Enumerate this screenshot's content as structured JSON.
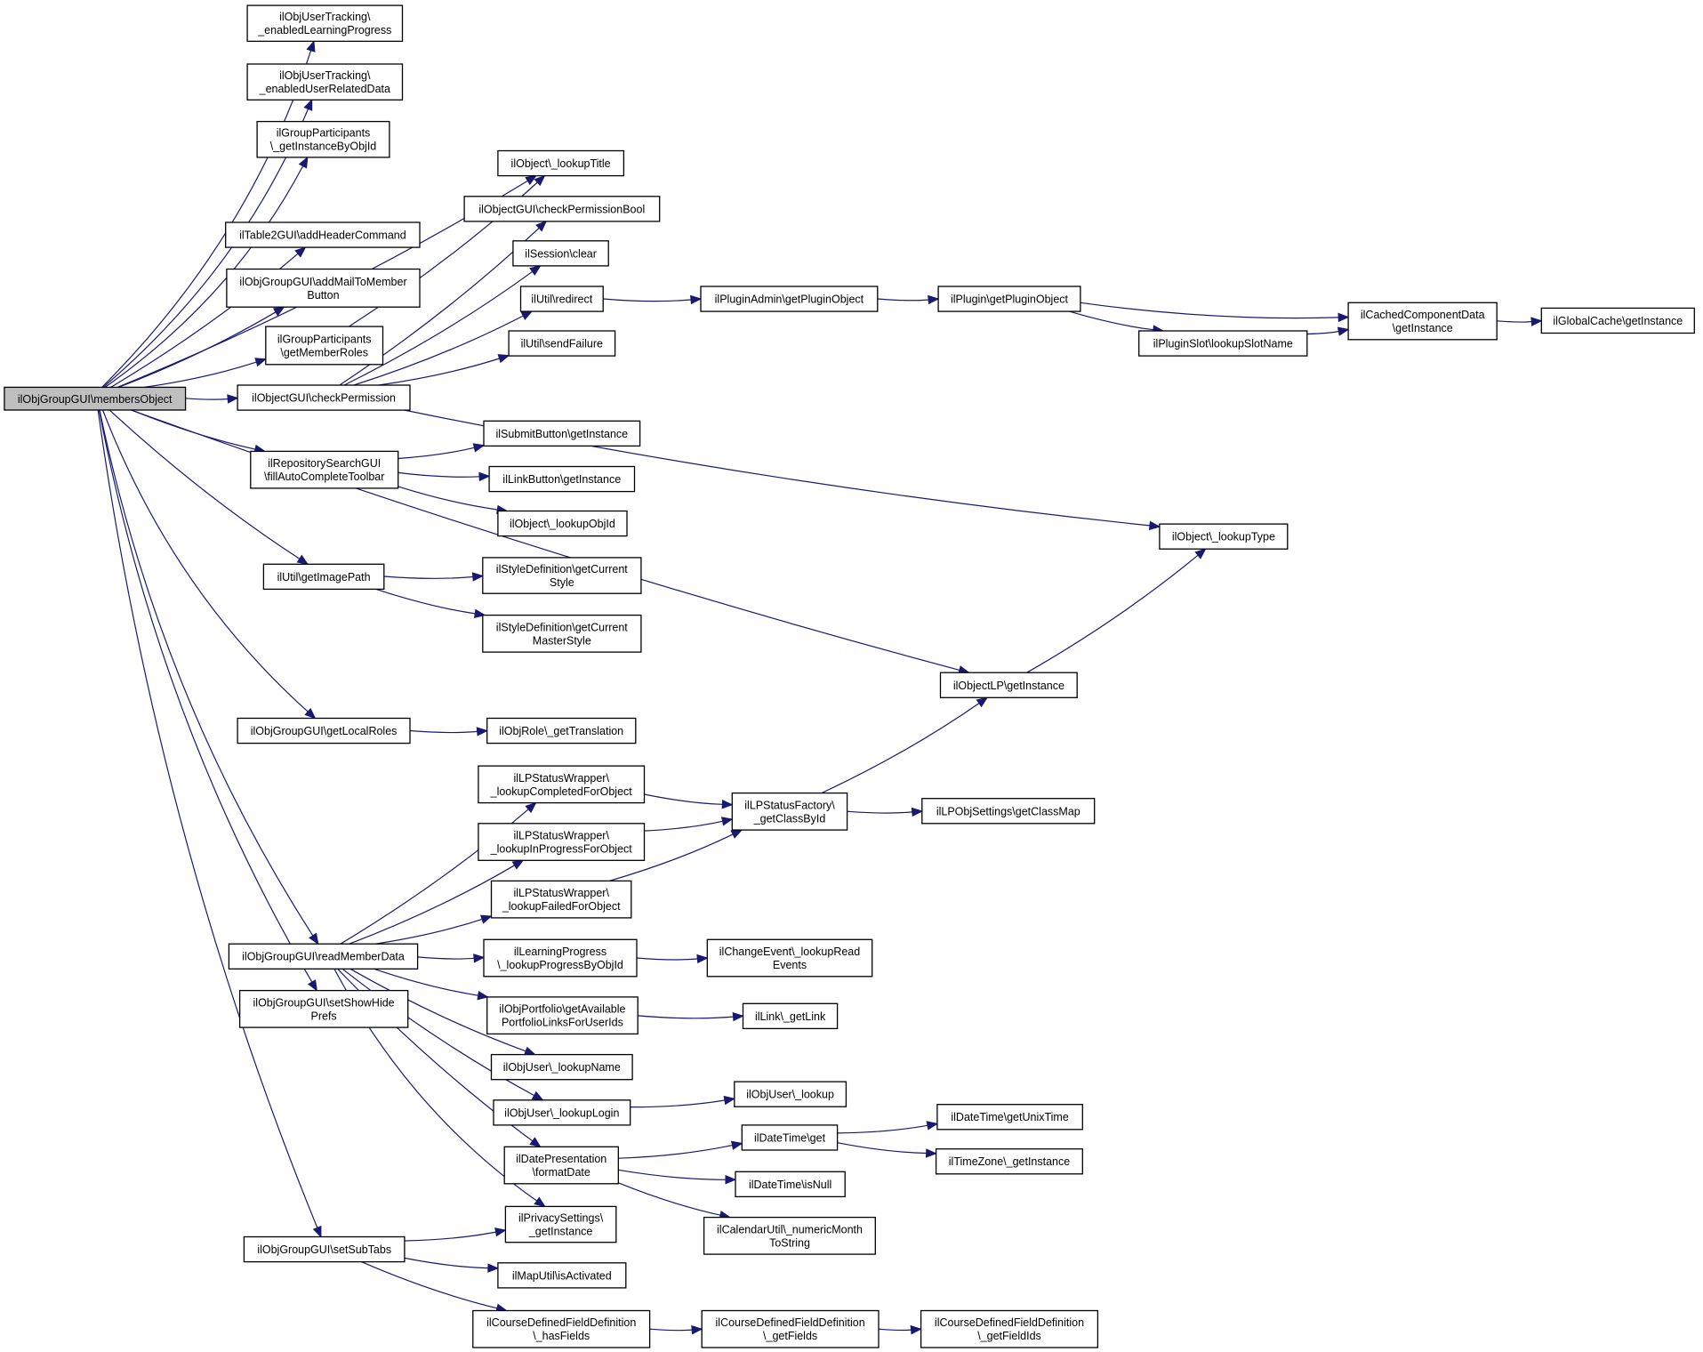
{
  "colors": {
    "edge": "#191970",
    "node_border": "#000000",
    "node_fill": "#ffffff",
    "root_fill": "#bfbfbf",
    "background": "#ffffff"
  },
  "root": "membersObject",
  "nodes": [
    {
      "id": "membersObject",
      "lines": [
        "ilObjGroupGUI\\membersObject"
      ]
    },
    {
      "id": "enabledLP",
      "lines": [
        "ilObjUserTracking\\",
        "_enabledLearningProgress"
      ]
    },
    {
      "id": "enabledURD",
      "lines": [
        "ilObjUserTracking\\",
        "_enabledUserRelatedData"
      ]
    },
    {
      "id": "getInstanceByObjId",
      "lines": [
        "ilGroupParticipants",
        "\\_getInstanceByObjId"
      ]
    },
    {
      "id": "lookupTitle",
      "lines": [
        "ilObject\\_lookupTitle"
      ]
    },
    {
      "id": "checkPermissionBool",
      "lines": [
        "ilObjectGUI\\checkPermissionBool"
      ]
    },
    {
      "id": "addHeaderCommand",
      "lines": [
        "ilTable2GUI\\addHeaderCommand"
      ]
    },
    {
      "id": "sessionClear",
      "lines": [
        "ilSession\\clear"
      ]
    },
    {
      "id": "addMailToMemberButton",
      "lines": [
        "ilObjGroupGUI\\addMailToMember",
        "Button"
      ]
    },
    {
      "id": "utilRedirect",
      "lines": [
        "ilUtil\\redirect"
      ]
    },
    {
      "id": "pluginAdminGetPluginObject",
      "lines": [
        "ilPluginAdmin\\getPluginObject"
      ]
    },
    {
      "id": "pluginGetPluginObject",
      "lines": [
        "ilPlugin\\getPluginObject"
      ]
    },
    {
      "id": "cachedComponentData",
      "lines": [
        "ilCachedComponentData",
        "\\getInstance"
      ]
    },
    {
      "id": "globalCache",
      "lines": [
        "ilGlobalCache\\getInstance"
      ]
    },
    {
      "id": "lookupSlotName",
      "lines": [
        "ilPluginSlot\\lookupSlotName"
      ]
    },
    {
      "id": "getMemberRoles",
      "lines": [
        "ilGroupParticipants",
        "\\getMemberRoles"
      ]
    },
    {
      "id": "sendFailure",
      "lines": [
        "ilUtil\\sendFailure"
      ]
    },
    {
      "id": "checkPermission",
      "lines": [
        "ilObjectGUI\\checkPermission"
      ]
    },
    {
      "id": "submitButton",
      "lines": [
        "ilSubmitButton\\getInstance"
      ]
    },
    {
      "id": "fillAutoCompleteToolbar",
      "lines": [
        "ilRepositorySearchGUI",
        "\\fillAutoCompleteToolbar"
      ]
    },
    {
      "id": "linkButton",
      "lines": [
        "ilLinkButton\\getInstance"
      ]
    },
    {
      "id": "lookupObjId",
      "lines": [
        "ilObject\\_lookupObjId"
      ]
    },
    {
      "id": "lookupType",
      "lines": [
        "ilObject\\_lookupType"
      ]
    },
    {
      "id": "getImagePath",
      "lines": [
        "ilUtil\\getImagePath"
      ]
    },
    {
      "id": "getCurrentStyle",
      "lines": [
        "ilStyleDefinition\\getCurrent",
        "Style"
      ]
    },
    {
      "id": "getCurrentMasterStyle",
      "lines": [
        "ilStyleDefinition\\getCurrent",
        "MasterStyle"
      ]
    },
    {
      "id": "objectLPGetInstance",
      "lines": [
        "ilObjectLP\\getInstance"
      ]
    },
    {
      "id": "getLocalRoles",
      "lines": [
        "ilObjGroupGUI\\getLocalRoles"
      ]
    },
    {
      "id": "getTranslation",
      "lines": [
        "ilObjRole\\_getTranslation"
      ]
    },
    {
      "id": "lookupCompleted",
      "lines": [
        "ilLPStatusWrapper\\",
        "_lookupCompletedForObject"
      ]
    },
    {
      "id": "getClassById",
      "lines": [
        "ilLPStatusFactory\\",
        "_getClassById"
      ]
    },
    {
      "id": "getClassMap",
      "lines": [
        "ilLPObjSettings\\getClassMap"
      ]
    },
    {
      "id": "lookupInProgress",
      "lines": [
        "ilLPStatusWrapper\\",
        "_lookupInProgressForObject"
      ]
    },
    {
      "id": "lookupFailed",
      "lines": [
        "ilLPStatusWrapper\\",
        "_lookupFailedForObject"
      ]
    },
    {
      "id": "readMemberData",
      "lines": [
        "ilObjGroupGUI\\readMemberData"
      ]
    },
    {
      "id": "lookupProgressByObjId",
      "lines": [
        "ilLearningProgress",
        "\\_lookupProgressByObjId"
      ]
    },
    {
      "id": "lookupReadEvents",
      "lines": [
        "ilChangeEvent\\_lookupRead",
        "Events"
      ]
    },
    {
      "id": "setShowHidePrefs",
      "lines": [
        "ilObjGroupGUI\\setShowHide",
        "Prefs"
      ]
    },
    {
      "id": "portfolioLinks",
      "lines": [
        "ilObjPortfolio\\getAvailable",
        "PortfolioLinksForUserIds"
      ]
    },
    {
      "id": "linkGetLink",
      "lines": [
        "ilLink\\_getLink"
      ]
    },
    {
      "id": "lookupName",
      "lines": [
        "ilObjUser\\_lookupName"
      ]
    },
    {
      "id": "userLookup",
      "lines": [
        "ilObjUser\\_lookup"
      ]
    },
    {
      "id": "lookupLogin",
      "lines": [
        "ilObjUser\\_lookupLogin"
      ]
    },
    {
      "id": "getUnixTime",
      "lines": [
        "ilDateTime\\getUnixTime"
      ]
    },
    {
      "id": "dateTimeGet",
      "lines": [
        "ilDateTime\\get"
      ]
    },
    {
      "id": "formatDate",
      "lines": [
        "ilDatePresentation",
        "\\formatDate"
      ]
    },
    {
      "id": "timeZoneGetInstance",
      "lines": [
        "ilTimeZone\\_getInstance"
      ]
    },
    {
      "id": "isNull",
      "lines": [
        "ilDateTime\\isNull"
      ]
    },
    {
      "id": "numericMonthToString",
      "lines": [
        "ilCalendarUtil\\_numericMonth",
        "ToString"
      ]
    },
    {
      "id": "privacySettings",
      "lines": [
        "ilPrivacySettings\\",
        "_getInstance"
      ]
    },
    {
      "id": "setSubTabs",
      "lines": [
        "ilObjGroupGUI\\setSubTabs"
      ]
    },
    {
      "id": "mapUtil",
      "lines": [
        "ilMapUtil\\isActivated"
      ]
    },
    {
      "id": "hasFields",
      "lines": [
        "ilCourseDefinedFieldDefinition",
        "\\_hasFields"
      ]
    },
    {
      "id": "getFields",
      "lines": [
        "ilCourseDefinedFieldDefinition",
        "\\_getFields"
      ]
    },
    {
      "id": "getFieldIds",
      "lines": [
        "ilCourseDefinedFieldDefinition",
        "\\_getFieldIds"
      ]
    }
  ],
  "edges": [
    [
      "membersObject",
      "enabledLP"
    ],
    [
      "membersObject",
      "enabledURD"
    ],
    [
      "membersObject",
      "getInstanceByObjId"
    ],
    [
      "membersObject",
      "lookupTitle"
    ],
    [
      "membersObject",
      "addHeaderCommand"
    ],
    [
      "membersObject",
      "addMailToMemberButton"
    ],
    [
      "membersObject",
      "getMemberRoles"
    ],
    [
      "membersObject",
      "checkPermission"
    ],
    [
      "membersObject",
      "fillAutoCompleteToolbar"
    ],
    [
      "membersObject",
      "getImagePath"
    ],
    [
      "membersObject",
      "objectLPGetInstance"
    ],
    [
      "membersObject",
      "getLocalRoles"
    ],
    [
      "membersObject",
      "readMemberData"
    ],
    [
      "membersObject",
      "setShowHidePrefs"
    ],
    [
      "membersObject",
      "setSubTabs"
    ],
    [
      "getMemberRoles",
      "lookupTitle"
    ],
    [
      "checkPermission",
      "checkPermissionBool"
    ],
    [
      "checkPermission",
      "sessionClear"
    ],
    [
      "checkPermission",
      "utilRedirect"
    ],
    [
      "checkPermission",
      "sendFailure"
    ],
    [
      "checkPermission",
      "lookupType"
    ],
    [
      "utilRedirect",
      "pluginAdminGetPluginObject"
    ],
    [
      "pluginAdminGetPluginObject",
      "pluginGetPluginObject"
    ],
    [
      "pluginGetPluginObject",
      "cachedComponentData"
    ],
    [
      "pluginGetPluginObject",
      "lookupSlotName"
    ],
    [
      "lookupSlotName",
      "cachedComponentData"
    ],
    [
      "cachedComponentData",
      "globalCache"
    ],
    [
      "fillAutoCompleteToolbar",
      "submitButton"
    ],
    [
      "fillAutoCompleteToolbar",
      "linkButton"
    ],
    [
      "fillAutoCompleteToolbar",
      "lookupObjId"
    ],
    [
      "getImagePath",
      "getCurrentStyle"
    ],
    [
      "getImagePath",
      "getCurrentMasterStyle"
    ],
    [
      "objectLPGetInstance",
      "lookupType"
    ],
    [
      "getLocalRoles",
      "getTranslation"
    ],
    [
      "lookupCompleted",
      "getClassById"
    ],
    [
      "lookupInProgress",
      "getClassById"
    ],
    [
      "lookupFailed",
      "getClassById"
    ],
    [
      "getClassById",
      "objectLPGetInstance"
    ],
    [
      "getClassById",
      "getClassMap"
    ],
    [
      "readMemberData",
      "lookupCompleted"
    ],
    [
      "readMemberData",
      "lookupInProgress"
    ],
    [
      "readMemberData",
      "lookupFailed"
    ],
    [
      "readMemberData",
      "lookupProgressByObjId"
    ],
    [
      "readMemberData",
      "portfolioLinks"
    ],
    [
      "readMemberData",
      "lookupName"
    ],
    [
      "readMemberData",
      "lookupLogin"
    ],
    [
      "readMemberData",
      "formatDate"
    ],
    [
      "readMemberData",
      "privacySettings"
    ],
    [
      "lookupProgressByObjId",
      "lookupReadEvents"
    ],
    [
      "portfolioLinks",
      "linkGetLink"
    ],
    [
      "lookupLogin",
      "userLookup"
    ],
    [
      "formatDate",
      "dateTimeGet"
    ],
    [
      "formatDate",
      "isNull"
    ],
    [
      "formatDate",
      "numericMonthToString"
    ],
    [
      "dateTimeGet",
      "getUnixTime"
    ],
    [
      "dateTimeGet",
      "timeZoneGetInstance"
    ],
    [
      "setSubTabs",
      "privacySettings"
    ],
    [
      "setSubTabs",
      "mapUtil"
    ],
    [
      "setSubTabs",
      "hasFields"
    ],
    [
      "hasFields",
      "getFields"
    ],
    [
      "getFields",
      "getFieldIds"
    ]
  ]
}
